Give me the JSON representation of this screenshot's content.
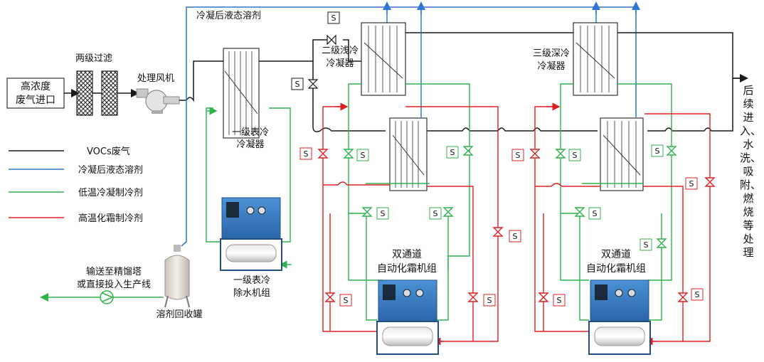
{
  "labels": {
    "inlet": [
      "高浓度",
      "废气进口"
    ],
    "filter": "两级过滤",
    "fan": "处理风机",
    "condensed_solvent_top": "冷凝后液态溶剂",
    "stage1": [
      "一级表冷",
      "冷凝器"
    ],
    "stage2": [
      "二级浅冷",
      "冷凝器"
    ],
    "stage3": [
      "三级深冷",
      "冷凝器"
    ],
    "dehumid": [
      "一级表冷",
      "除水机组"
    ],
    "tank": "溶剂回收罐",
    "pump_target": [
      "输送至精馏塔",
      "或直接投入生产线"
    ],
    "defrost_unit_1": [
      "双通道",
      "自动化霜机组"
    ],
    "defrost_unit_2": [
      "双通道",
      "自动化霜机组"
    ],
    "post_treatment": "后续进入、水洗、吸附、燃烧等处理",
    "solenoid": "S"
  },
  "legend": [
    {
      "label": "VOCs废气",
      "color": "#1a1a1a"
    },
    {
      "label": "冷凝后液态溶剂",
      "color": "#2e75d4"
    },
    {
      "label": "低温冷凝制冷剂",
      "color": "#2db34a"
    },
    {
      "label": "高温化霜制冷剂",
      "color": "#e02020"
    }
  ],
  "colors": {
    "gas": "#1a1a1a",
    "liquid": "#2e75d4",
    "cold": "#2db34a",
    "hot": "#e02020",
    "machine": "#3a7fc4"
  }
}
